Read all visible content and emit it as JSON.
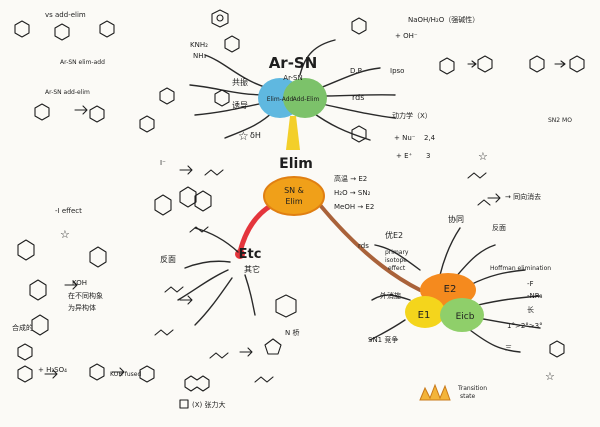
{
  "hubs": {
    "top": {
      "title": "Ar-SN",
      "subtitle": "Ar-SN",
      "left_lobe": "Elim-Add",
      "right_lobe": "Add-Elim",
      "colors": {
        "left": "#5fb8e0",
        "right": "#7cc26a",
        "stem": "#f3cf2a"
      }
    },
    "center": {
      "title": "Elim",
      "line1": "SN &",
      "line2": "Elim",
      "colors": {
        "fill": "#f0a019",
        "rim": "#e07f12",
        "left_arm": "#e4353c",
        "right_arm": "#a9623a"
      }
    },
    "bottom": {
      "e2": "E2",
      "e1": "E1",
      "eicb": "Eicb",
      "colors": {
        "e2": "#f58a1e",
        "e1": "#f4d51c",
        "eicb": "#8fcf6a",
        "handle": "#a9623a"
      }
    }
  },
  "labels": {
    "etc": "Etc",
    "etc_sub": "其它",
    "top_left": {
      "add_elim_1": "vs  add-elim",
      "ar_sn": "Ar-SN  elim-add",
      "add_elim_2": "Ar-SN  add-elim",
      "knh2": "KNH₂",
      "nh3": "NH₃",
      "youdao": "诱导",
      "gongzhen": "共振",
      "oh": "δH"
    },
    "top_right": {
      "naoh": "NaOH/H₂O（强碱性）",
      "oh_minus": "+ OH⁻",
      "dp": "D.P",
      "ipso": "Ipso",
      "rds": "rds",
      "kinetic": "动力学（X）",
      "nu_plus": "+ Nu⁻",
      "num_24": "2,4",
      "e_plus": "+ E⁺",
      "num_3": "3",
      "sn2_mo": "SN2 MO"
    },
    "center_right": {
      "high_temp": "高温 → E2",
      "h2o": "H₂O → SN₂",
      "meoh": "MeOH → E2",
      "same_elim": "→ 同向消去"
    },
    "left_mid": {
      "i_minus": "I⁻",
      "i_effect": "-I effect",
      "fan": "反面",
      "koh": "KOH",
      "not_same": "在不同构象",
      "isomers": "为异构体",
      "hecheng": "合成的",
      "h2so4": "+ H₂SO₄",
      "koh_fused": "KOH fused"
    },
    "bottom_mid": {
      "yiduanshang": "优E2",
      "rds": "rds",
      "primary": "primary",
      "isotope": "isotope",
      "effect": "effect",
      "huanyuan": "外消旋",
      "sn1_sheng": "SN1 竞争"
    },
    "bottom_right": {
      "xie": "协同",
      "fan_mian": "反面",
      "hoffman": "Hoffman elimination",
      "f": "-F",
      "nr3": "-NR₃",
      "chang": "长",
      "san": "三",
      "degree": "1°>2°>3°"
    },
    "bottom_left": {
      "box_text": "(X) 张力大",
      "n_cheng": "N 桥",
      "transition": "Transition",
      "state": "state"
    }
  }
}
